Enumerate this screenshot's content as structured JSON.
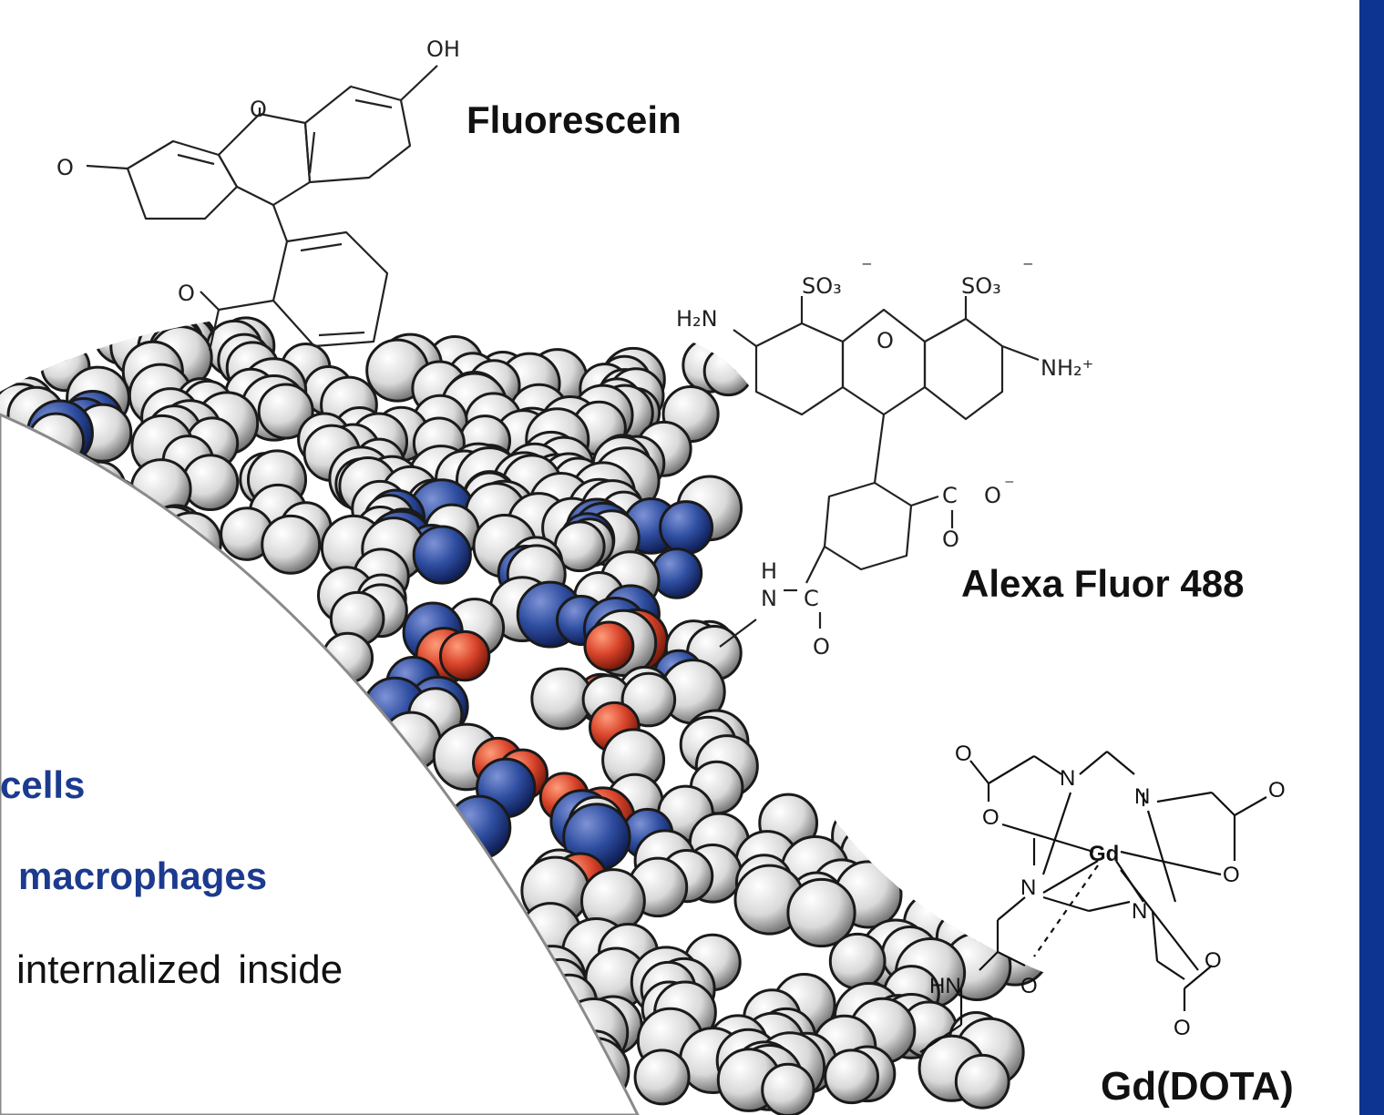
{
  "labels": {
    "fluorescein": "Fluorescein",
    "alexa": "Alexa Fluor 488",
    "gd_dota": "Gd(DOTA)"
  },
  "atoms": {
    "oh": "OH",
    "o": "O",
    "h2n": "H₂N",
    "so3": "SO₃",
    "minus": "⁻",
    "nh2_plus": "NH₂⁺",
    "c": "C",
    "h": "H",
    "n": "N",
    "hn": "HN",
    "gd": "Gd"
  },
  "bullets": {
    "line1": "cells",
    "line2": "macrophages",
    "line3": "internalized inside"
  },
  "colors": {
    "accent_blue": "#1c3a8e",
    "side_bar": "#0c3490",
    "sphere_white": "#e9e9e9",
    "sphere_blue": "#2f4ea0",
    "sphere_red": "#d8432a"
  }
}
